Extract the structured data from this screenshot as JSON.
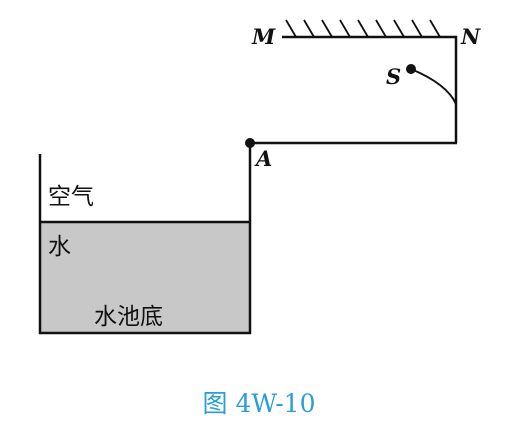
{
  "labels": {
    "mirror_left": "M",
    "mirror_right": "N",
    "source": "S",
    "corner": "A",
    "air": "空气",
    "water": "水",
    "pool_bottom": "水池底"
  },
  "caption": "图 4W-10",
  "colors": {
    "line": "#111111",
    "water_fill": "#c8c8c8",
    "caption": "#2a9fd6"
  }
}
